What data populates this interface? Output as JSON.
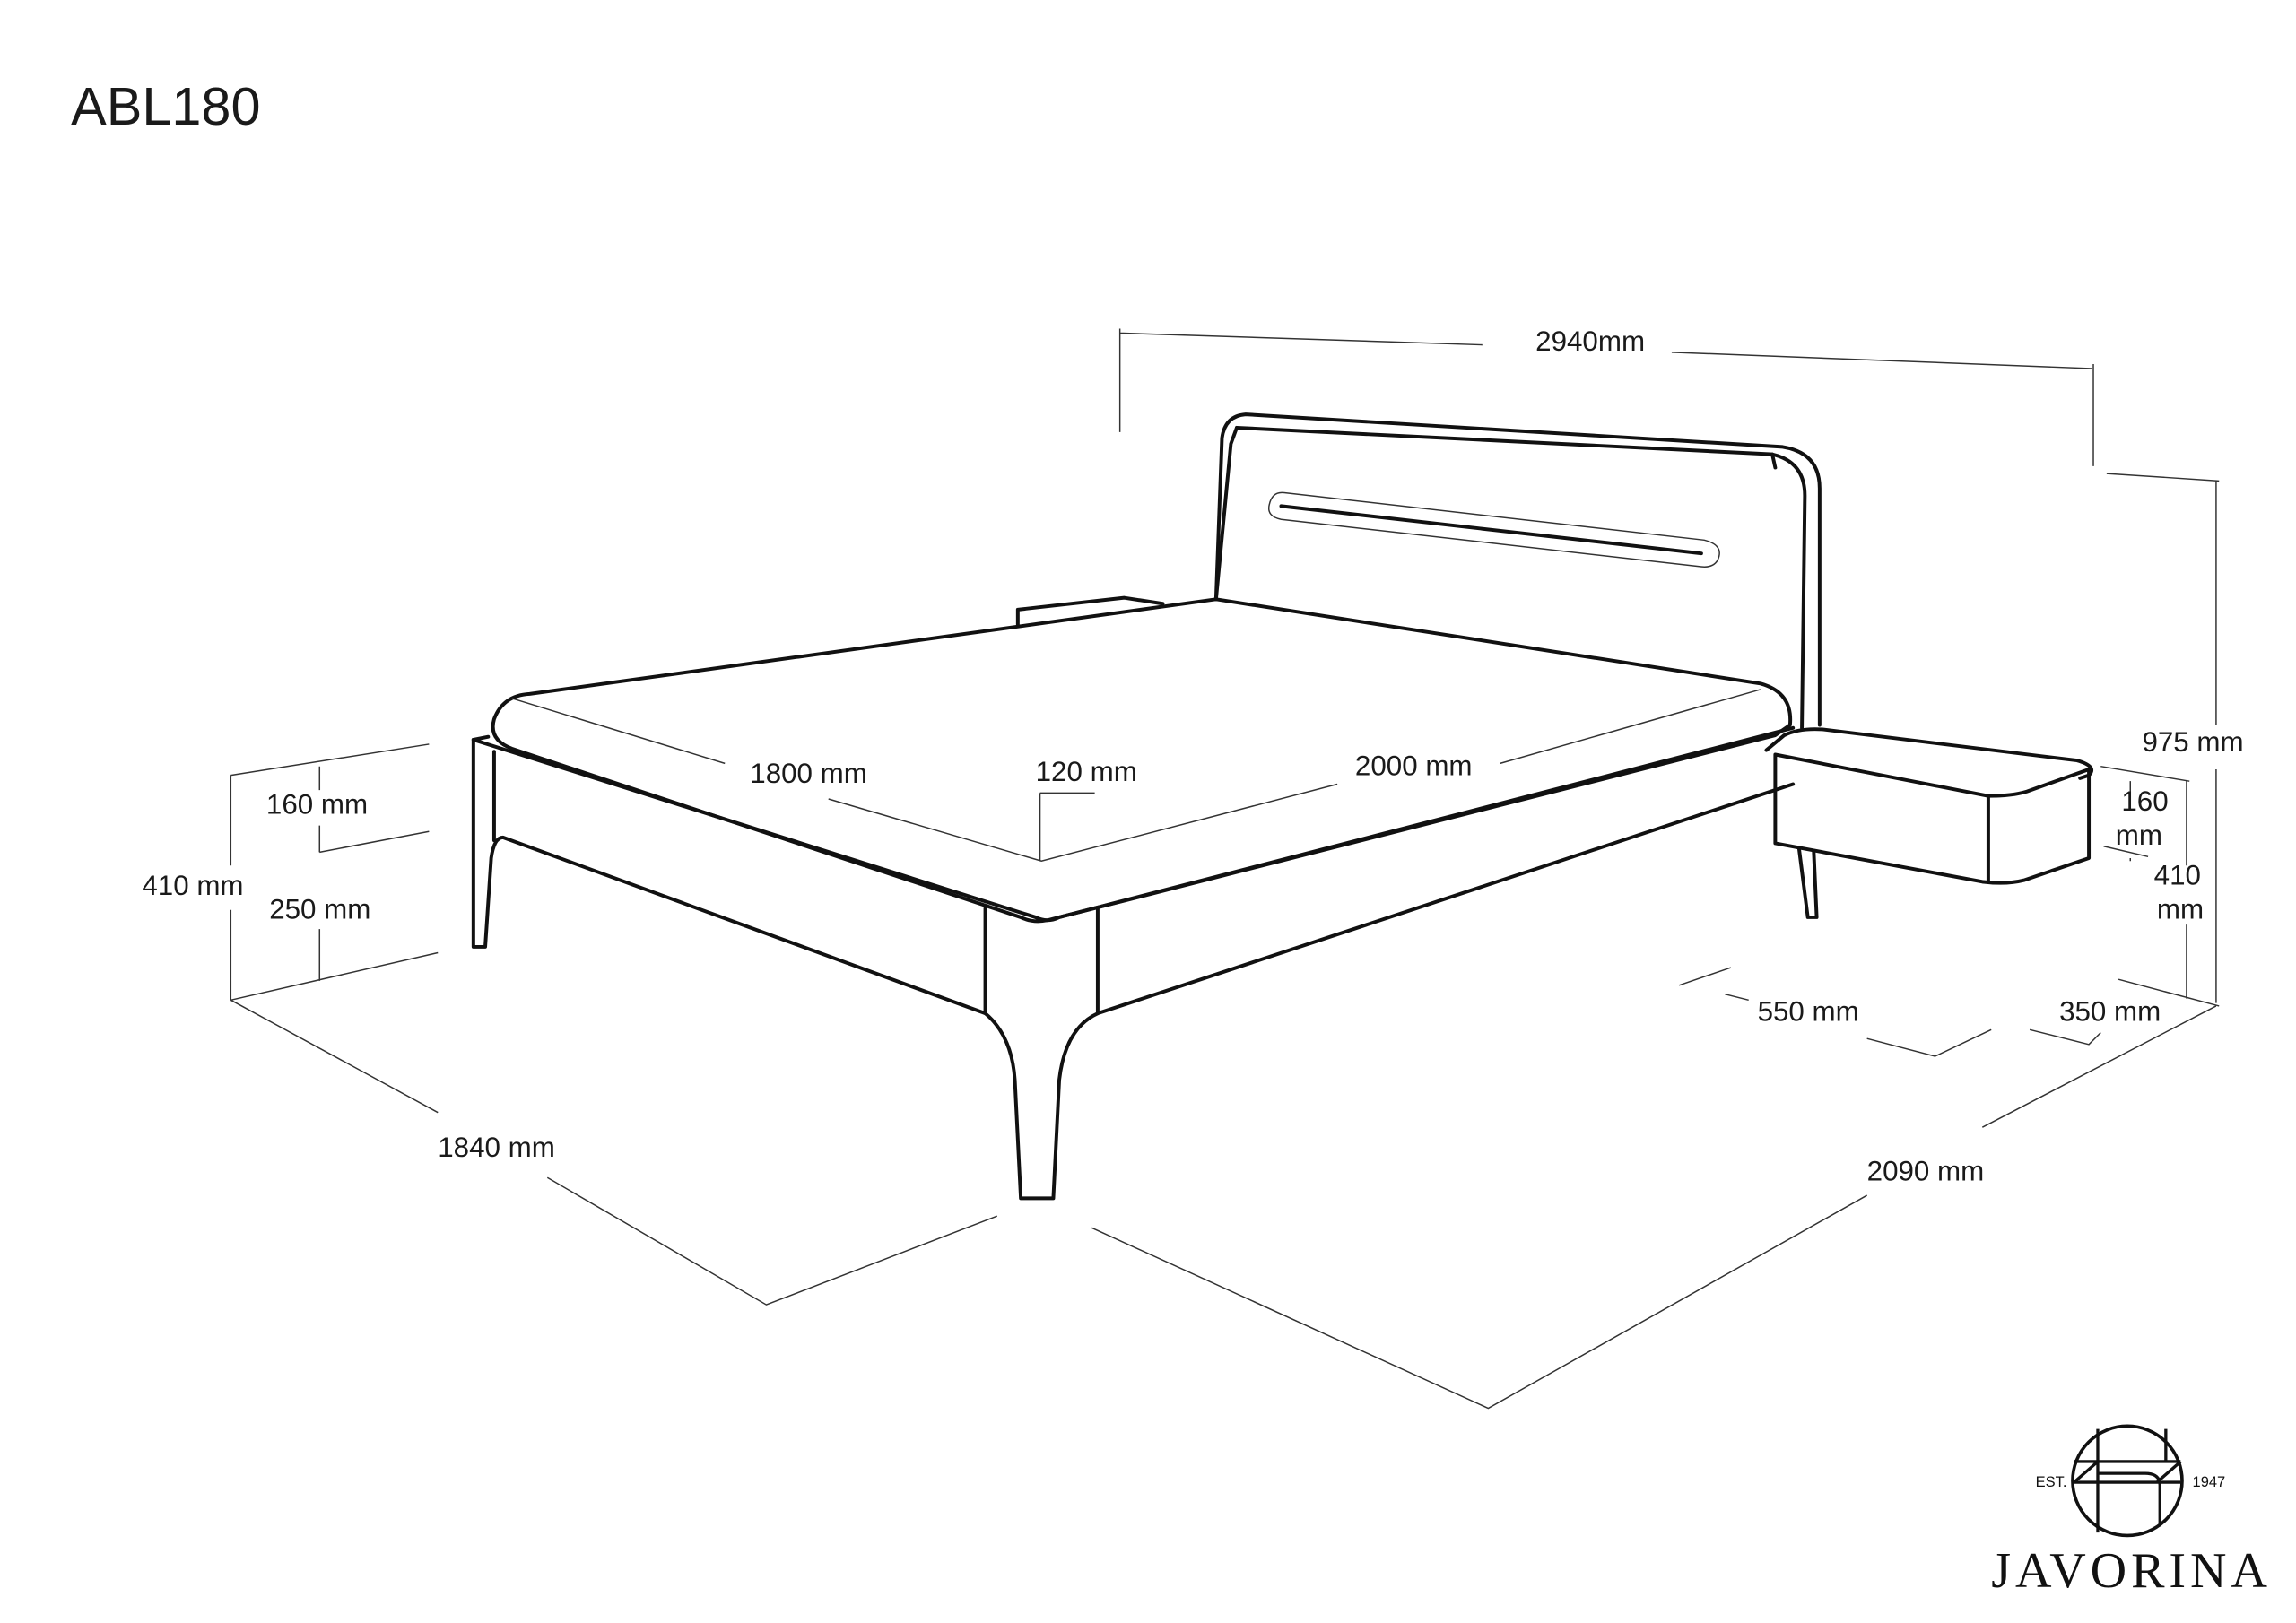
{
  "title": "ABL180",
  "dimensions": {
    "total_width": "2940mm",
    "total_height": "975 mm",
    "mattress_width": "1800 mm",
    "mattress_recess": "120 mm",
    "mattress_length": "2000 mm",
    "frame_side_height": "160 mm",
    "frame_total_height": "410 mm",
    "leg_clearance": "250 mm",
    "nightstand_height_num": "160",
    "nightstand_height_unit": "mm",
    "nightstand_total_num": "410",
    "nightstand_total_unit": "mm",
    "nightstand_width": "550 mm",
    "nightstand_depth": "350 mm",
    "bed_width": "1840 mm",
    "bed_length": "2090 mm"
  },
  "logo": {
    "est": "EST.",
    "year": "1947",
    "brand": "JAVORINA"
  }
}
